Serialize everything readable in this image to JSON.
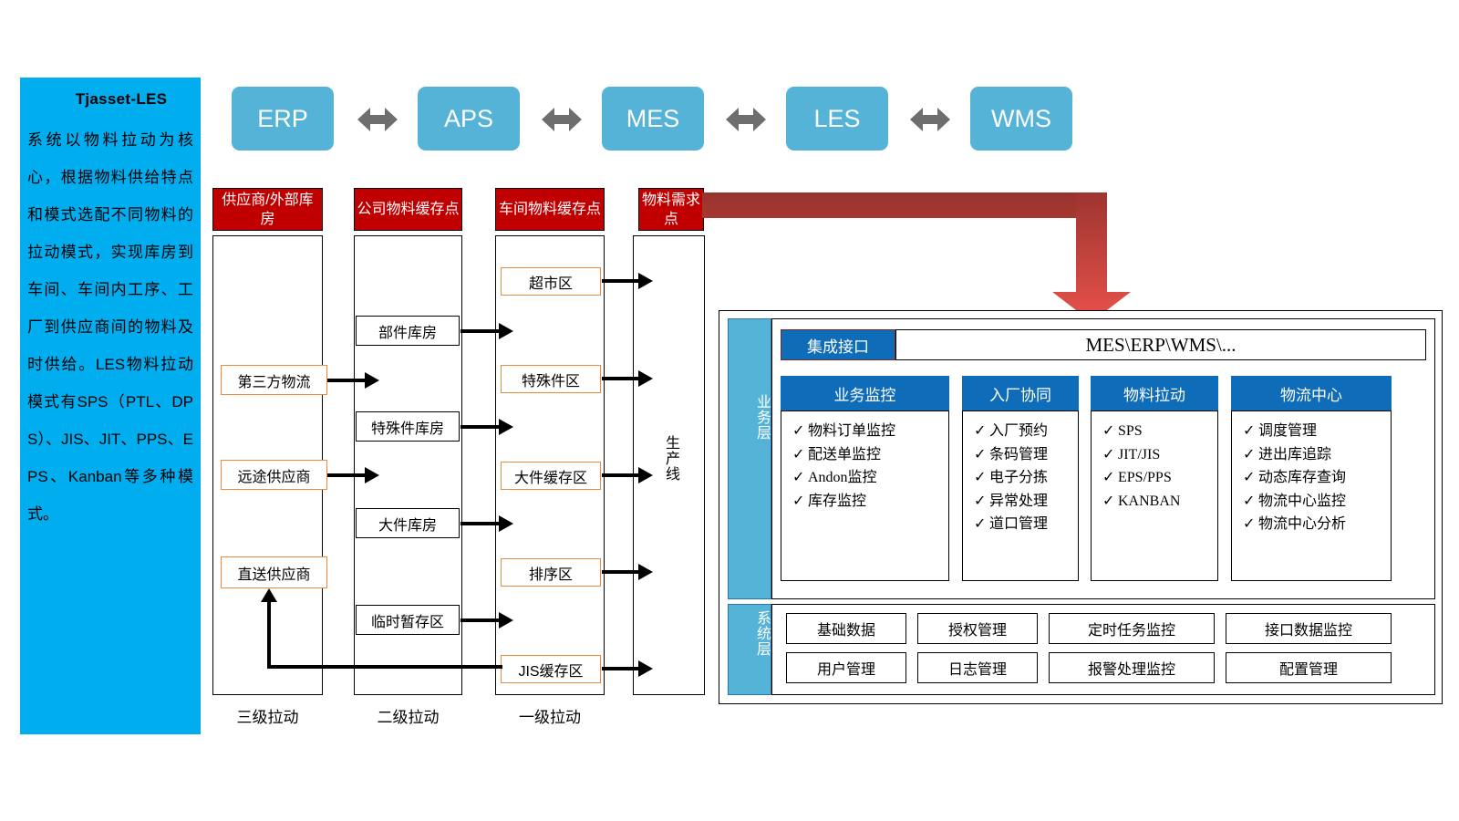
{
  "intro": {
    "title": "Tjasset-LES",
    "body": "系统以物料拉动为核心，根据物料供给特点和模式选配不同物料的拉动模式，实现库房到车间、车间内工序、工厂到供应商间的物料及时供给。LES物料拉动模式有SPS（PTL、DPS）、JIS、JIT、PPS、EPS、Kanban等多种模式。"
  },
  "systems": [
    {
      "label": "ERP"
    },
    {
      "label": "APS"
    },
    {
      "label": "MES"
    },
    {
      "label": "LES"
    },
    {
      "label": "WMS"
    }
  ],
  "columns": [
    {
      "header": "供应商/外部库房",
      "caption": "三级拉动",
      "nodes": [
        {
          "label": "第三方物流"
        },
        {
          "label": "远途供应商"
        },
        {
          "label": "直送供应商"
        }
      ]
    },
    {
      "header": "公司物料缓存点",
      "caption": "二级拉动",
      "nodes": [
        {
          "label": "部件库房"
        },
        {
          "label": "特殊件库房"
        },
        {
          "label": "大件库房"
        },
        {
          "label": "临时暂存区"
        }
      ]
    },
    {
      "header": "车间物料缓存点",
      "caption": "一级拉动",
      "nodes": [
        {
          "label": "超市区"
        },
        {
          "label": "特殊件区"
        },
        {
          "label": "大件缓存区"
        },
        {
          "label": "排序区"
        },
        {
          "label": "JIS缓存区"
        }
      ]
    },
    {
      "header": "物料需求点",
      "caption": "",
      "nodes": [
        {
          "label": "生产线"
        }
      ]
    }
  ],
  "right_panel": {
    "business_layer_label": "业务层",
    "system_layer_label": "系统层",
    "interface": {
      "label": "集成接口",
      "value": "MES\\ERP\\WMS\\..."
    },
    "modules": [
      {
        "title": "业务监控",
        "items": [
          "物料订单监控",
          "配送单监控",
          "Andon监控",
          "库存监控"
        ]
      },
      {
        "title": "入厂协同",
        "items": [
          "入厂预约",
          "条码管理",
          "电子分拣",
          "异常处理",
          "道口管理"
        ]
      },
      {
        "title": "物料拉动",
        "items": [
          "SPS",
          "JIT/JIS",
          "EPS/PPS",
          "KANBAN"
        ]
      },
      {
        "title": "物流中心",
        "items": [
          "调度管理",
          "进出库追踪",
          "动态库存查询",
          "物流中心监控",
          "物流中心分析"
        ]
      }
    ],
    "system_items_row1": [
      "基础数据",
      "授权管理",
      "定时任务监控",
      "接口数据监控"
    ],
    "system_items_row2": [
      "用户管理",
      "日志管理",
      "报警处理监控",
      "配置管理"
    ],
    "check_glyph": "✓"
  },
  "colors": {
    "intro_bg": "#00ADEF",
    "system_box": "#54B3D6",
    "red_header": "#C00000",
    "blue_header": "#0F6CB8",
    "orange_border": "#ED8B3C",
    "red_arrow": "#B23B34",
    "arrow_black": "#000000"
  }
}
